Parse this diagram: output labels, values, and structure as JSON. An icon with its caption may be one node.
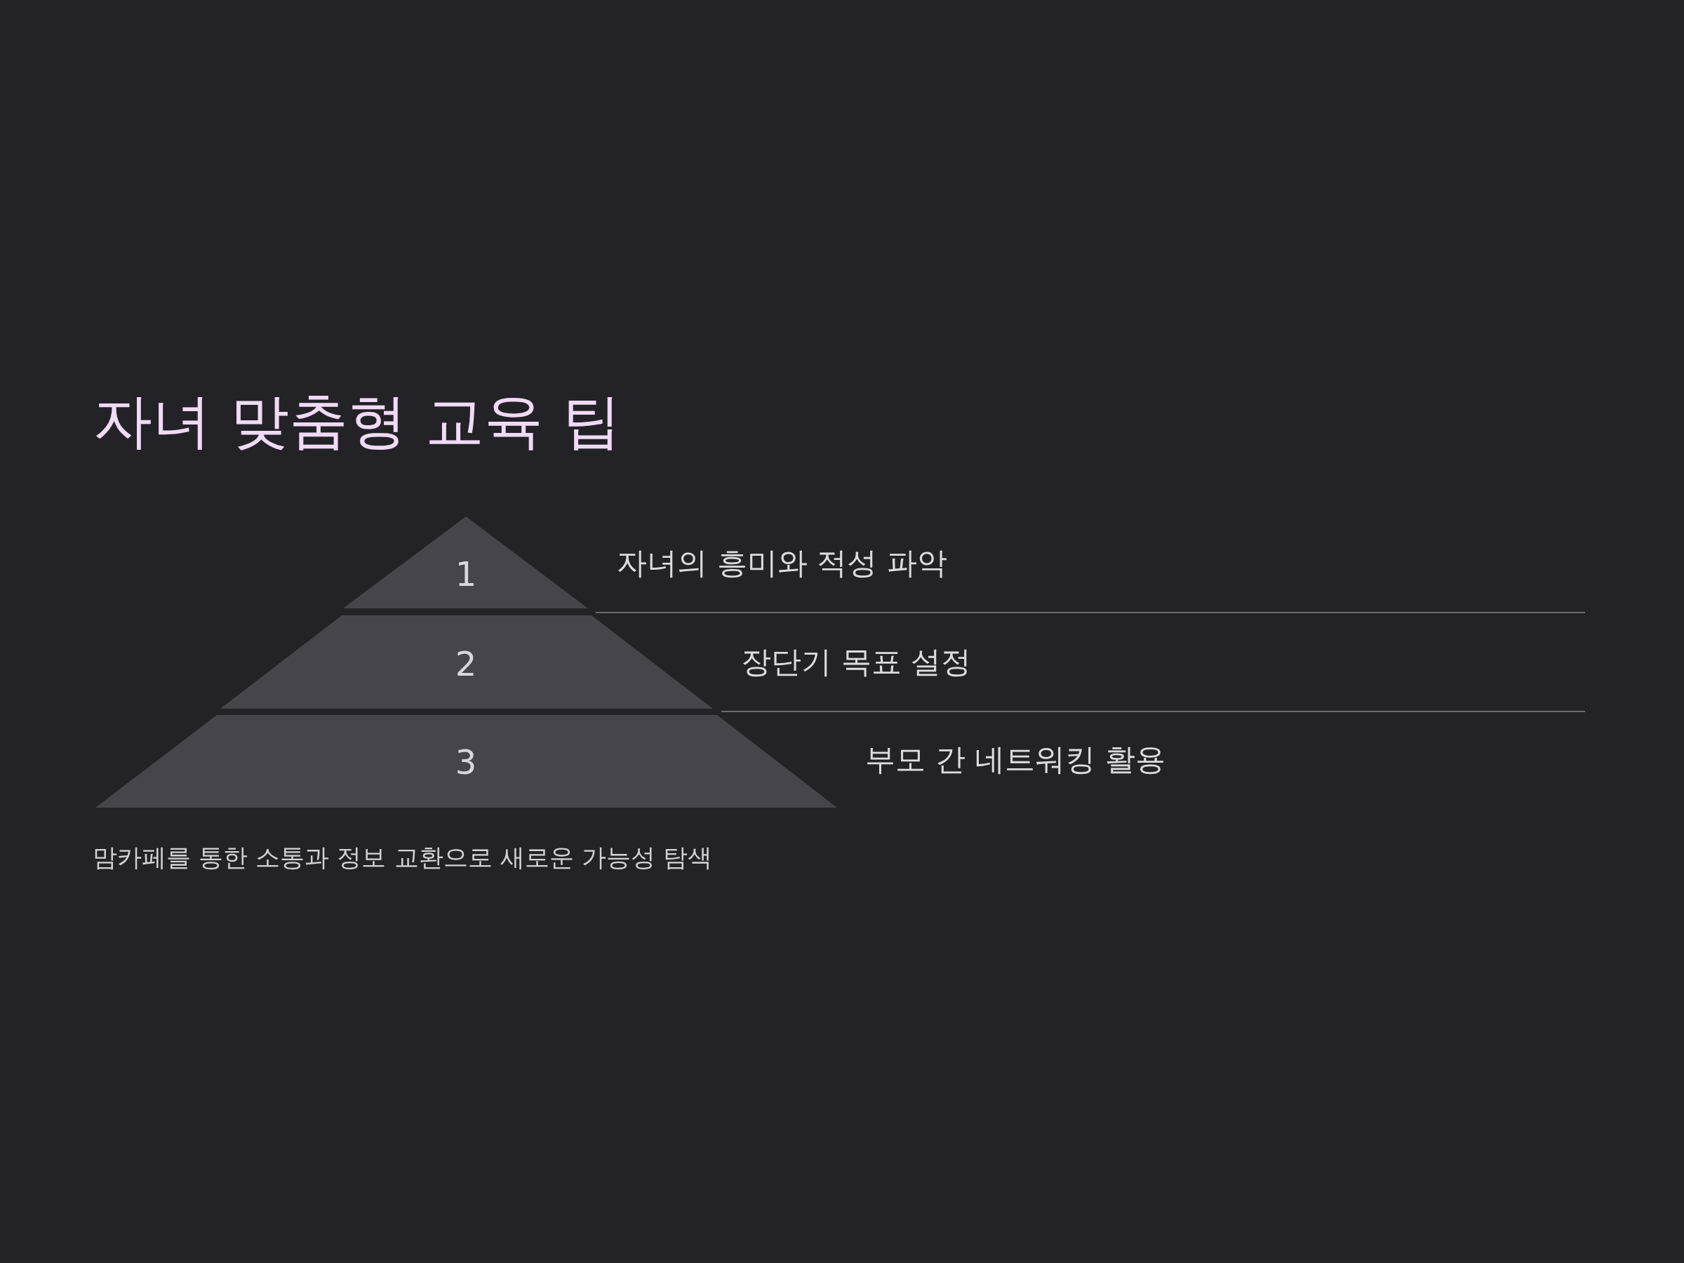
{
  "diagram": {
    "title": "자녀 맞춤형 교육 팁",
    "caption": "맘카페를 통한 소통과 정보 교환으로 새로운 가능성 탐색",
    "nodes": [
      {
        "text": [
          "1"
        ],
        "beside": [
          "자녀의 흥미와 적성 파악"
        ]
      },
      {
        "text": [
          "2"
        ],
        "beside": [
          "장단기 목표 설정"
        ]
      },
      {
        "text": [
          "3"
        ],
        "beside": [
          "부모 간 네트워킹 활용"
        ]
      }
    ]
  }
}
